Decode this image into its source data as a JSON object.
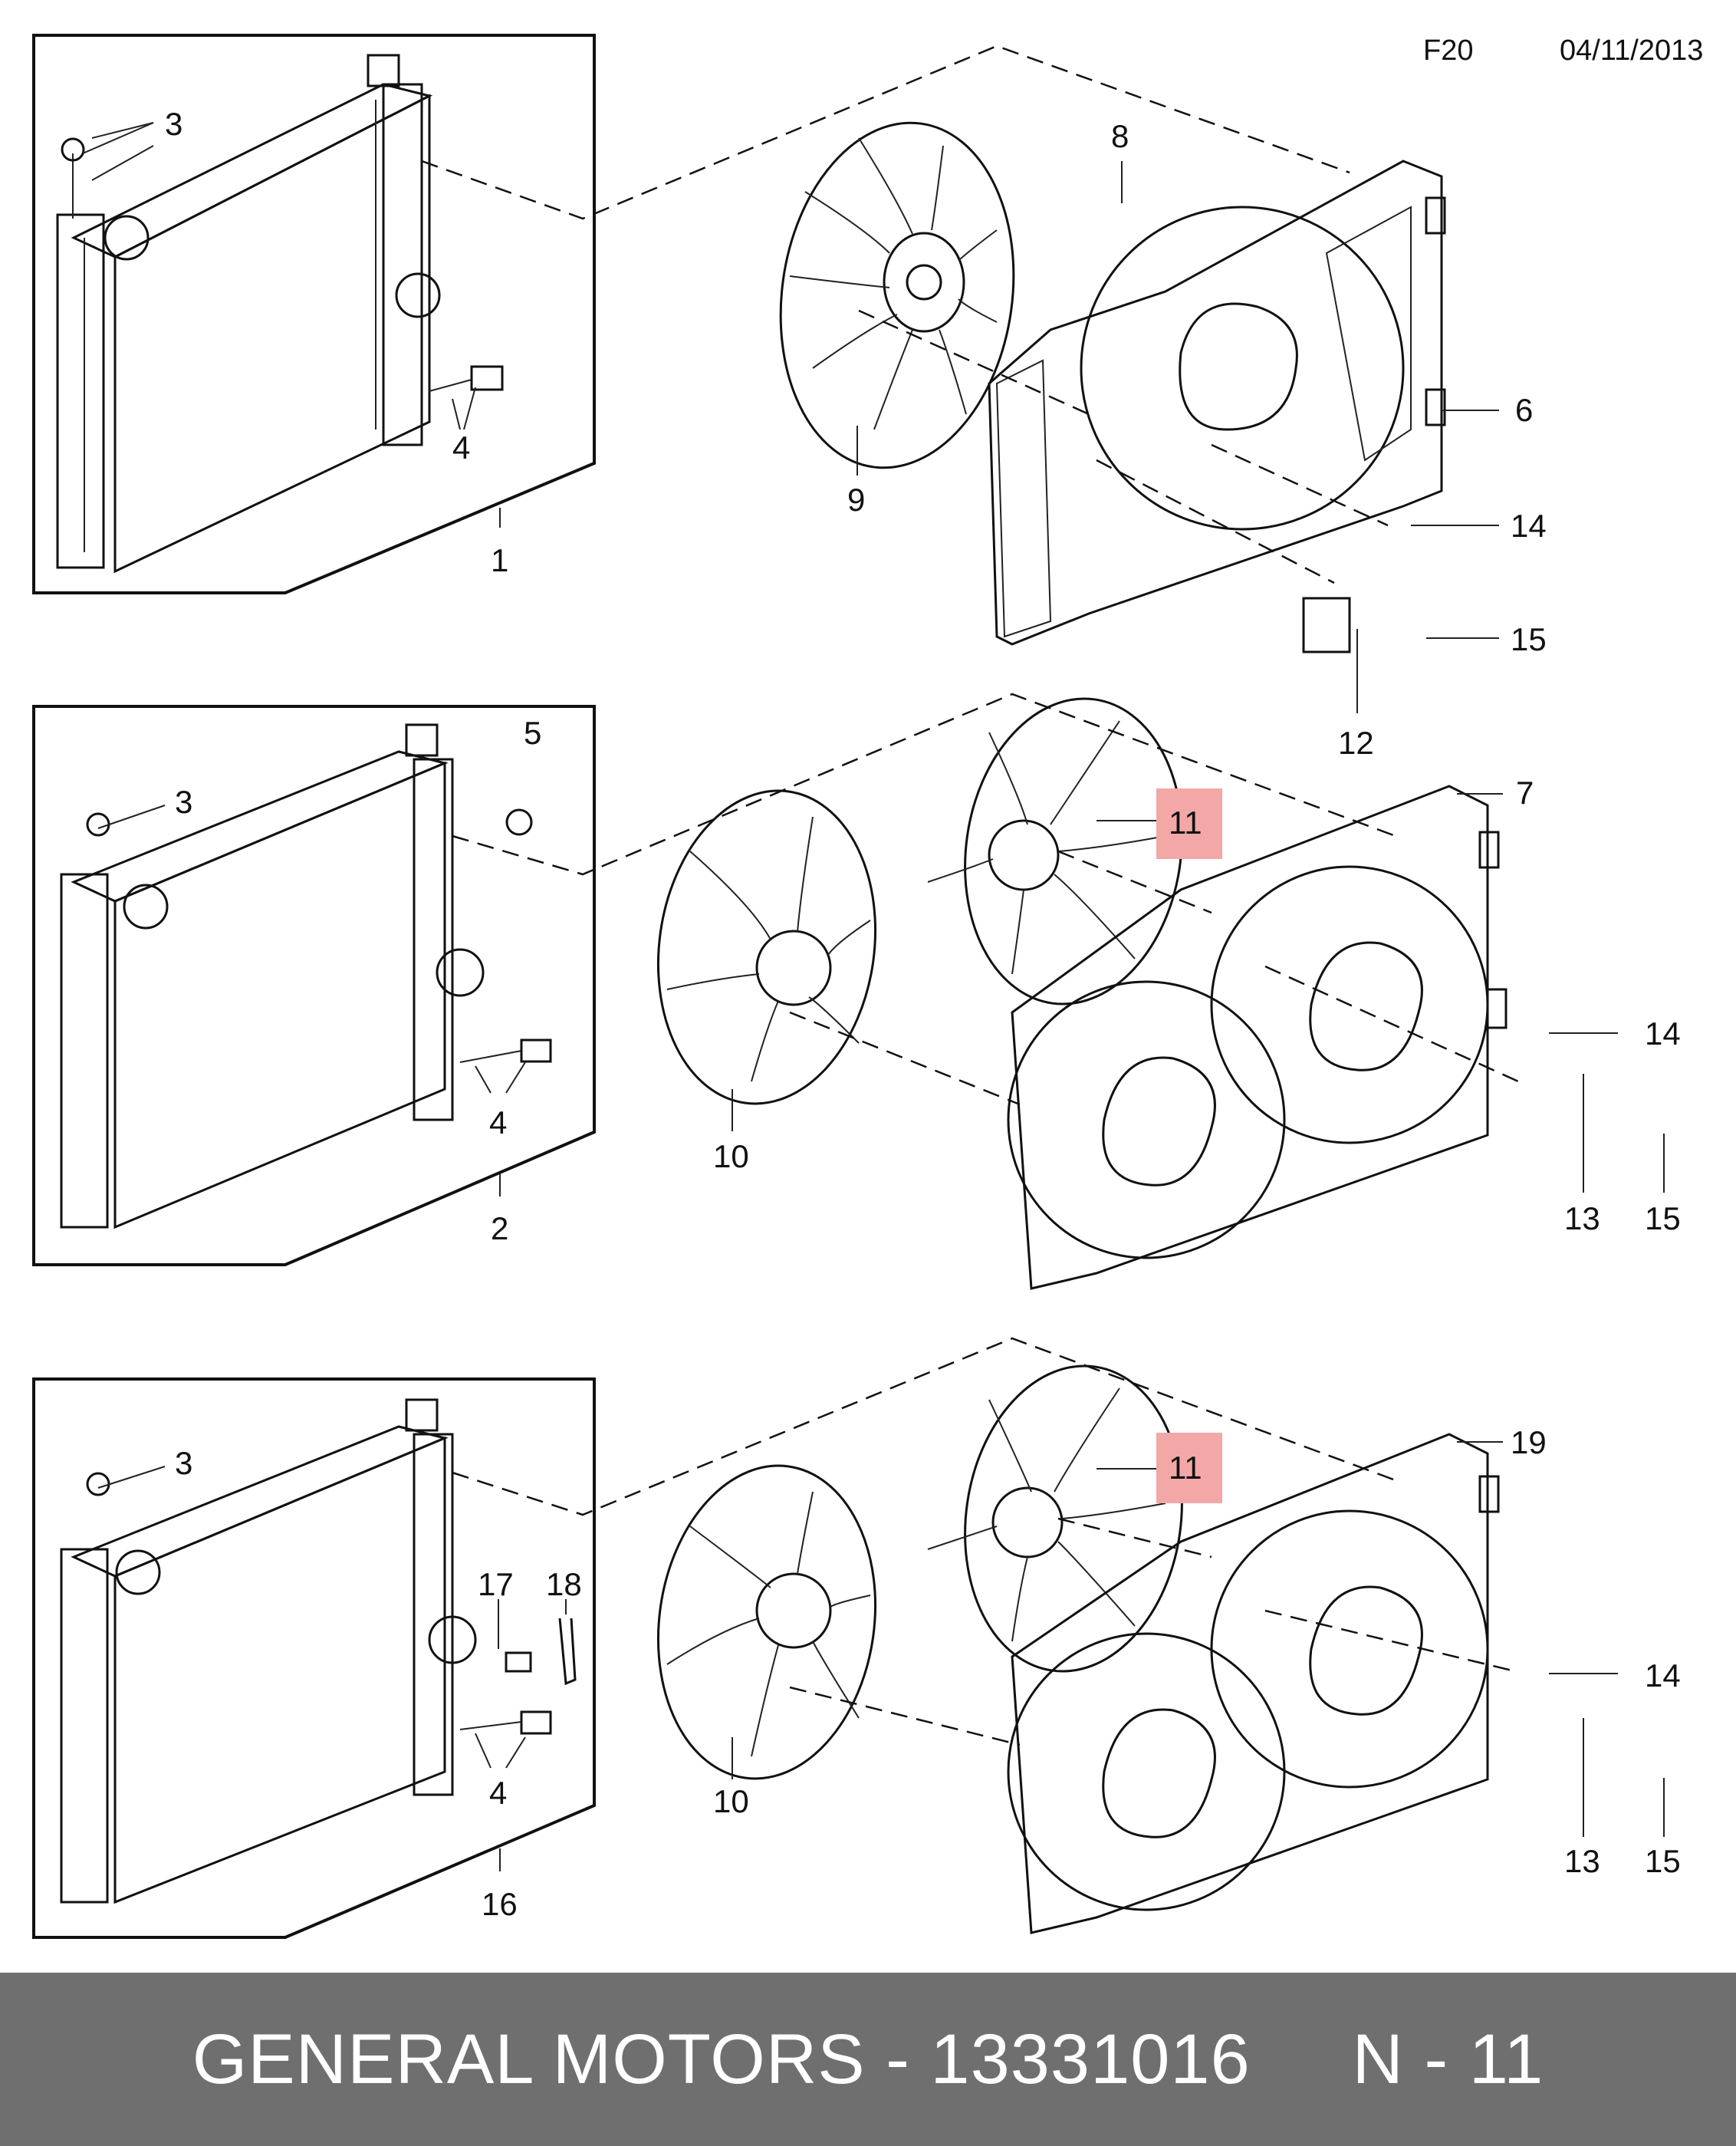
{
  "header": {
    "code": "F20",
    "date": "04/11/2013"
  },
  "sections": [
    {
      "id": "top",
      "callouts": [
        "1",
        "3",
        "4",
        "6",
        "8",
        "9",
        "12",
        "14",
        "15"
      ]
    },
    {
      "id": "middle",
      "callouts": [
        "2",
        "3",
        "4",
        "5",
        "7",
        "10",
        "11",
        "13",
        "14",
        "15"
      ],
      "highlighted": "11"
    },
    {
      "id": "bottom",
      "callouts": [
        "3",
        "4",
        "10",
        "11",
        "13",
        "14",
        "15",
        "16",
        "17",
        "18",
        "19"
      ],
      "highlighted": "11"
    }
  ],
  "highlight_color": "#f3a7a7",
  "footer": {
    "text": "GENERAL MOTORS - 13331016     N - 11",
    "background": "#6f6f6f"
  }
}
